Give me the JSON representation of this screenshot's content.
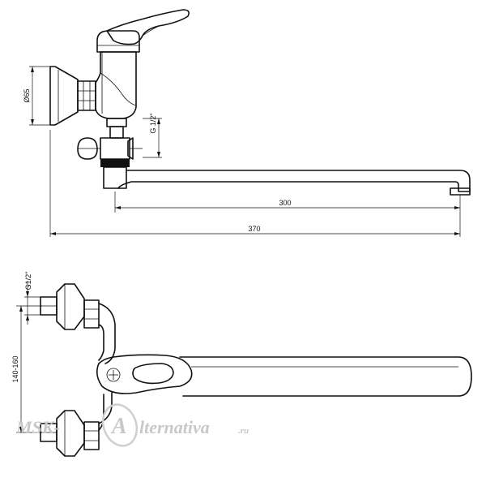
{
  "dimensions": {
    "spout_length": "300",
    "overall_length": "370",
    "flange_diameter": "Ø65",
    "thread_top_view": "G 1/2\"",
    "thread_bottom_view": "G1/2\"",
    "center_distance": "140-160"
  },
  "watermark": {
    "left": "MSK-",
    "right": "lternativa",
    "suffix": ".ru",
    "logo_letter": "A"
  }
}
